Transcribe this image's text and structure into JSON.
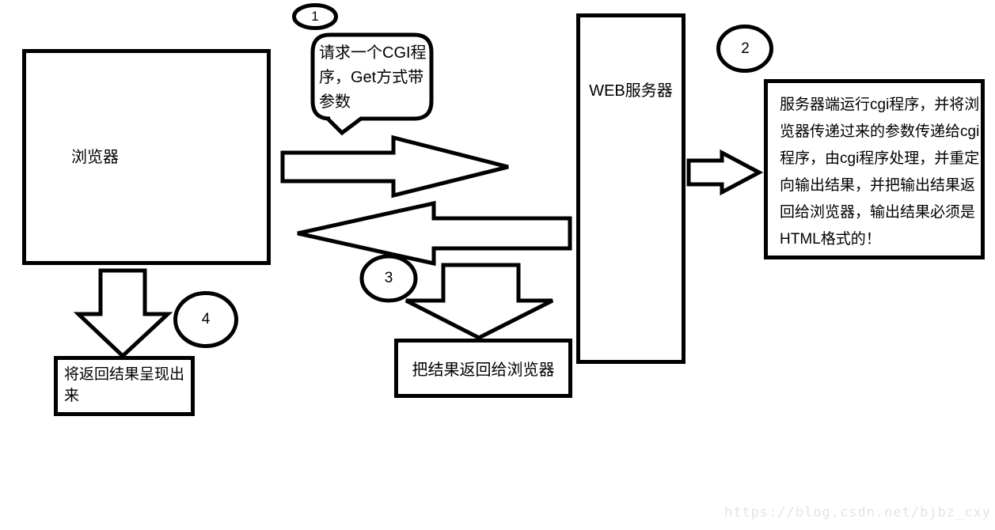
{
  "nodes": {
    "browser": {
      "label": "浏览器"
    },
    "web_server": {
      "label": "WEB服务器"
    },
    "request_bubble": {
      "lines": [
        "请求一个CGI程",
        "序，Get方式带",
        "参数"
      ],
      "full_text": "请求一个CGI程序，Get方式带参数"
    },
    "server_note": {
      "lines": [
        "服务器端运行cgi程序，并将浏",
        "览器传递过来的参数传递给cgi",
        "程序，由cgi程序处理，并重定",
        "向输出结果，并把输出结果返",
        "回给浏览器，输出结果必须是",
        "HTML格式的！"
      ],
      "full_text": "服务器端运行cgi程序，并将浏览器传递过来的参数传递给cgi程序，由cgi程序处理，并重定向输出结果，并把输出结果返回给浏览器，输出结果必须是HTML格式的！"
    },
    "return_result": {
      "label": "把结果返回给浏览器"
    },
    "present_result": {
      "lines": [
        "将返回结果呈现出",
        "来"
      ],
      "full_text": "将返回结果呈现出来"
    }
  },
  "steps": {
    "step1": "1",
    "step2": "2",
    "step3": "3",
    "step4": "4"
  },
  "watermark": {
    "text": "https://blog.csdn.net/bjbz_cxy"
  },
  "colors": {
    "line": "#000000",
    "background": "#ffffff",
    "watermark_text": "#e4e4dd"
  }
}
